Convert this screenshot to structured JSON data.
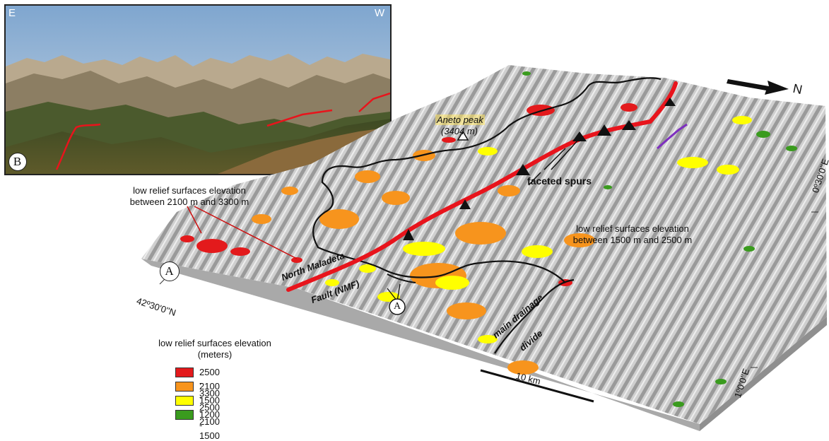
{
  "photo": {
    "label": "B",
    "left_direction": "E",
    "right_direction": "W"
  },
  "map": {
    "label_a_circle": "A",
    "label_a_inner": "A",
    "aneto_name": "Aneto peak",
    "aneto_elev": "(3404 m)",
    "faceted_spurs": "faceted spurs",
    "fault_line1": "North Maladeta",
    "fault_line2": "Fault (NMF)",
    "drainage_line1": "main drainage",
    "drainage_line2": "divide",
    "north_label": "N",
    "coord_lat": "42º30'0''N",
    "coord_lon1": "0º30'0''E",
    "coord_lon2": "1º0'0''E",
    "scale_label": "10 km"
  },
  "annotations": {
    "high_line1": "low relief surfaces elevation",
    "high_line2": "between 2100 m and 3300 m",
    "mid_line1": "low relief surfaces elevation",
    "mid_line2": "between 1500 m and 2500 m"
  },
  "legend": {
    "title_line1": "low relief surfaces elevation",
    "title_line2": "(meters)",
    "items": [
      {
        "label": "2500 - 3300",
        "color": "#e31a1c"
      },
      {
        "label": "2100 - 2500",
        "color": "#f7941d"
      },
      {
        "label": "1500 - 2100",
        "color": "#ffff00"
      },
      {
        "label": "1200 - 1500",
        "color": "#3a9b1e"
      }
    ]
  },
  "colors": {
    "fault": "#e8141c",
    "terrain": "#c9c9c9",
    "divide": "#111111"
  }
}
